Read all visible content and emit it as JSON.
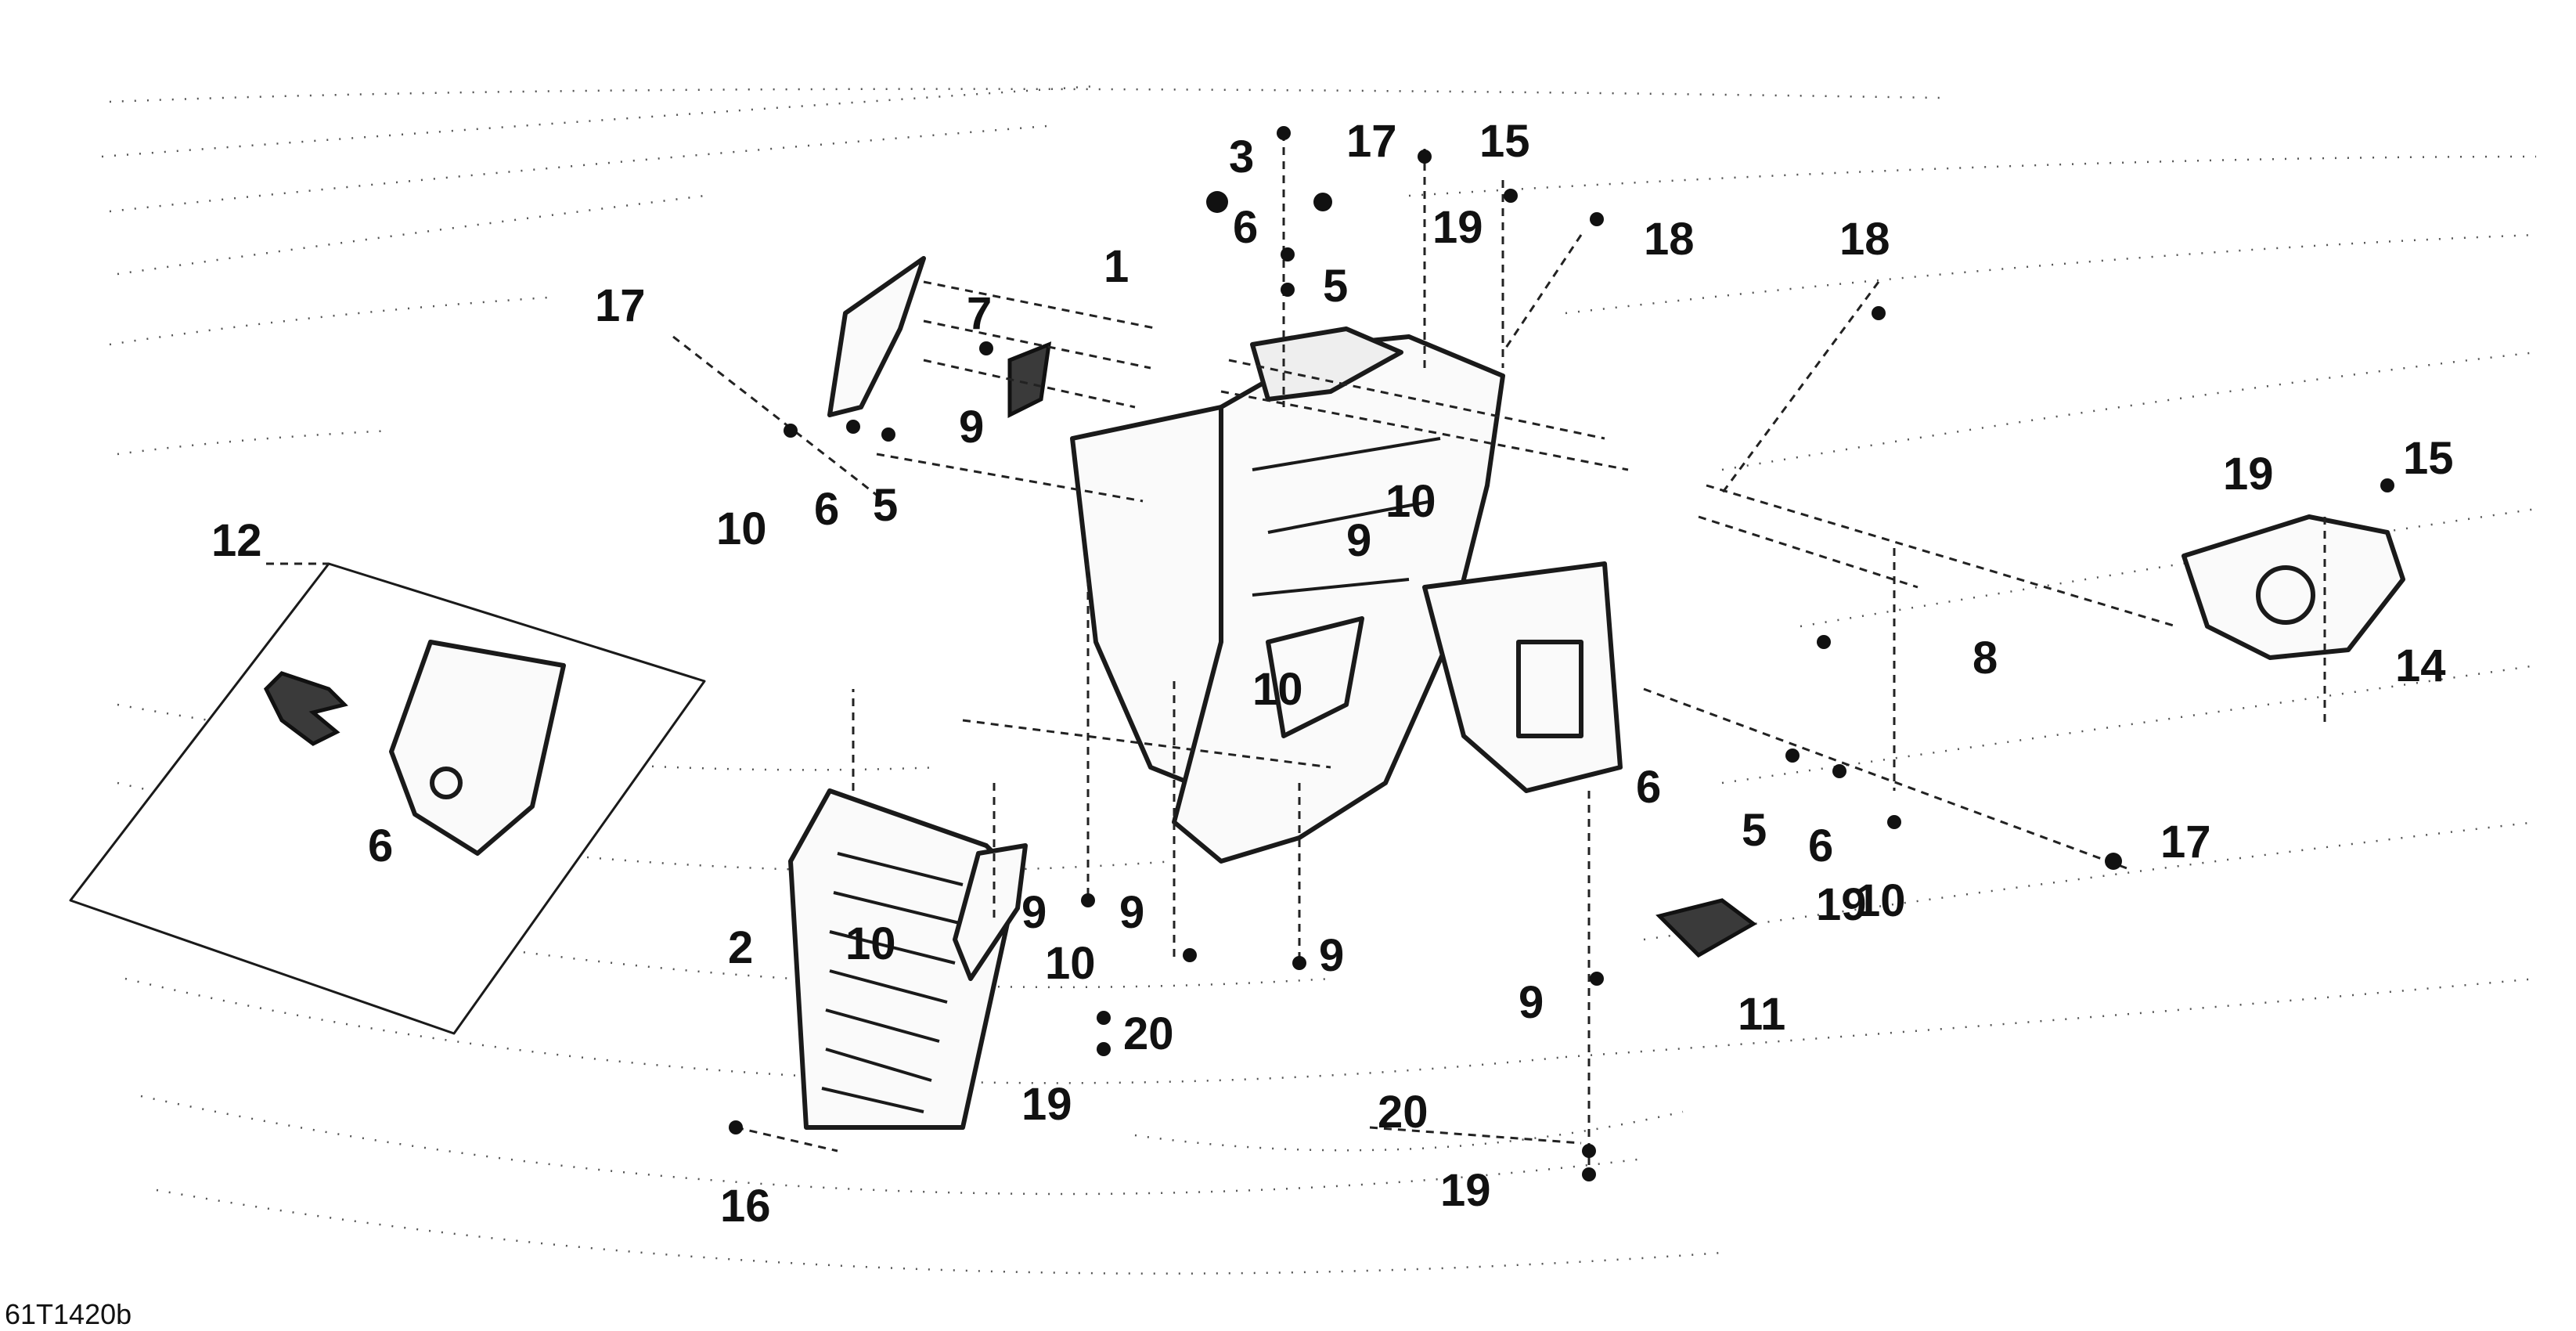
{
  "drawing_code": "61T1420b",
  "callouts": [
    {
      "id": "c1",
      "text": "1"
    },
    {
      "id": "c2",
      "text": "2"
    },
    {
      "id": "c3",
      "text": "3"
    },
    {
      "id": "c5a",
      "text": "5"
    },
    {
      "id": "c5b",
      "text": "5"
    },
    {
      "id": "c5c",
      "text": "5"
    },
    {
      "id": "c6a",
      "text": "6"
    },
    {
      "id": "c6b",
      "text": "6"
    },
    {
      "id": "c6c",
      "text": "6"
    },
    {
      "id": "c6d",
      "text": "6"
    },
    {
      "id": "c6e",
      "text": "6"
    },
    {
      "id": "c7",
      "text": "7"
    },
    {
      "id": "c8",
      "text": "8"
    },
    {
      "id": "c9a",
      "text": "9"
    },
    {
      "id": "c9b",
      "text": "9"
    },
    {
      "id": "c9c",
      "text": "9"
    },
    {
      "id": "c9d",
      "text": "9"
    },
    {
      "id": "c9e",
      "text": "9"
    },
    {
      "id": "c9f",
      "text": "9"
    },
    {
      "id": "c10a",
      "text": "10"
    },
    {
      "id": "c10b",
      "text": "10"
    },
    {
      "id": "c10c",
      "text": "10"
    },
    {
      "id": "c10d",
      "text": "10"
    },
    {
      "id": "c10e",
      "text": "10"
    },
    {
      "id": "c10f",
      "text": "10"
    },
    {
      "id": "c11",
      "text": "11"
    },
    {
      "id": "c12",
      "text": "12"
    },
    {
      "id": "c14",
      "text": "14"
    },
    {
      "id": "c15a",
      "text": "15"
    },
    {
      "id": "c15b",
      "text": "15"
    },
    {
      "id": "c16",
      "text": "16"
    },
    {
      "id": "c17a",
      "text": "17"
    },
    {
      "id": "c17b",
      "text": "17"
    },
    {
      "id": "c17c",
      "text": "17"
    },
    {
      "id": "c18a",
      "text": "18"
    },
    {
      "id": "c18b",
      "text": "18"
    },
    {
      "id": "c19a",
      "text": "19"
    },
    {
      "id": "c19b",
      "text": "19"
    },
    {
      "id": "c19c",
      "text": "19"
    },
    {
      "id": "c19d",
      "text": "19"
    },
    {
      "id": "c19e",
      "text": "19"
    },
    {
      "id": "c20a",
      "text": "20"
    },
    {
      "id": "c20b",
      "text": "20"
    }
  ]
}
